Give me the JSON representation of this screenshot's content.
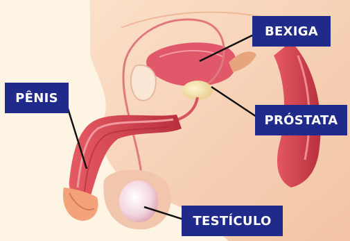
{
  "labels": {
    "bladder": "BEXIGA",
    "penis": "PÊNIS",
    "prostate": "PRÓSTATA",
    "testicle": "TESTÍCULO"
  },
  "colors": {
    "background": "#fdf4e4",
    "label_background": "#1f2a8a",
    "label_text": "#ffffff",
    "skin": "#f6cfb2",
    "organ_red": "#d8434f",
    "leader_line": "#111111"
  }
}
